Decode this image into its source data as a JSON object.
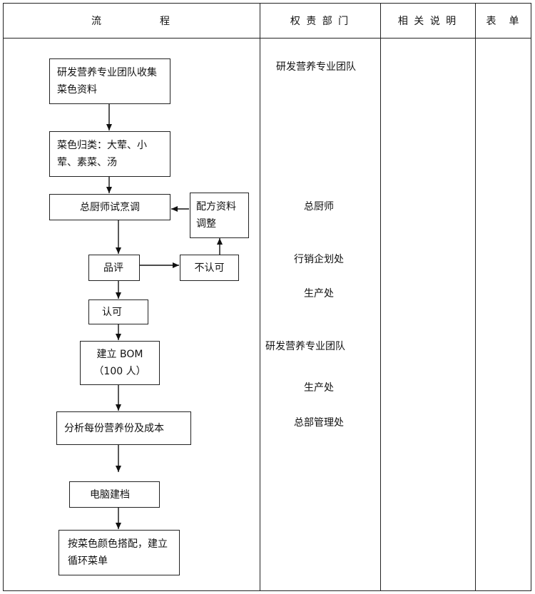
{
  "header": {
    "process": "流　　　　　程",
    "department": "权 责 部 门",
    "notes": "相 关 说 明",
    "forms": "表　单"
  },
  "steps": {
    "collect": "研发营养专业团队收集菜色资料",
    "classify": "菜色归类：大荤、小荤、素菜、汤",
    "trial": "总厨师试烹调",
    "adjust": "配方资料调整",
    "review": "品评",
    "reject": "不认可",
    "approve": "认可",
    "bom_line1": "建立 BOM",
    "bom_line2": "（100 人）",
    "analyze": "分析每份营养份及成本",
    "archive": "电脑建档",
    "menu": "按菜色颜色搭配，建立循环菜单"
  },
  "departments": {
    "d1": "研发营养专业团队",
    "d2": "总厨师",
    "d3": "行销企划处",
    "d4": "生产处",
    "d5": "研发营养专业团队",
    "d6": "生产处",
    "d7": "总部管理处"
  }
}
